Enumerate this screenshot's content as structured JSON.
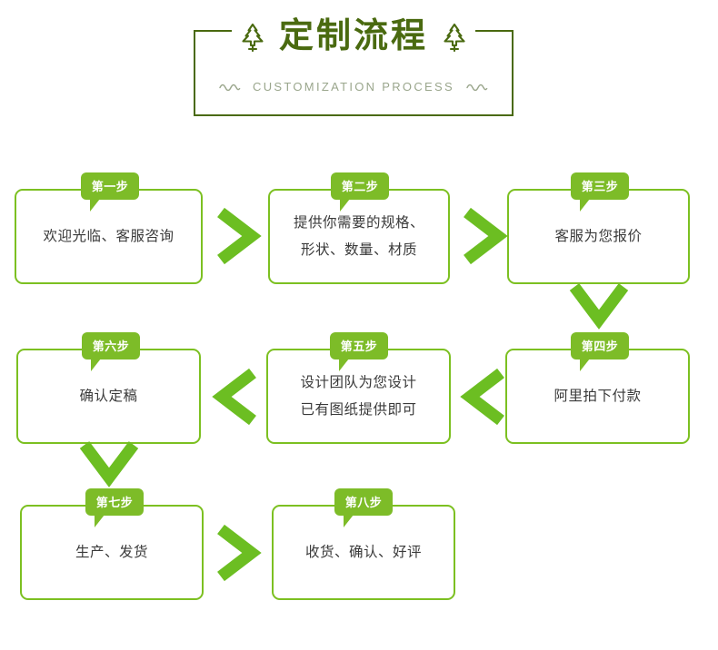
{
  "header": {
    "title": "定制流程",
    "subtitle": "CUSTOMIZATION PROCESS",
    "leaf_icon_left": "leaf-icon",
    "leaf_icon_right": "leaf-icon",
    "wave_icon_left": "wave-icon",
    "wave_icon_right": "wave-icon",
    "frame_color": "#4a6a10",
    "title_color": "#4a6a10",
    "subtitle_color": "#9aa68c"
  },
  "theme": {
    "badge_green": "#7dbc28",
    "border_green": "#7cc021",
    "arrow_green": "#6cbe22",
    "body_text": "#3a3a3a",
    "background": "#ffffff"
  },
  "steps": [
    {
      "badge": "第一步",
      "text": "欢迎光临、客服咨询"
    },
    {
      "badge": "第二步",
      "text": "提供你需要的规格、\n形状、数量、材质"
    },
    {
      "badge": "第三步",
      "text": "客服为您报价"
    },
    {
      "badge": "第四步",
      "text": "阿里拍下付款"
    },
    {
      "badge": "第五步",
      "text": "设计团队为您设计\n已有图纸提供即可"
    },
    {
      "badge": "第六步",
      "text": "确认定稿"
    },
    {
      "badge": "第七步",
      "text": "生产、发货"
    },
    {
      "badge": "第八步",
      "text": "收货、确认、好评"
    }
  ],
  "arrows": [
    {
      "name": "arrow-step1-to-step2",
      "direction": "right"
    },
    {
      "name": "arrow-step2-to-step3",
      "direction": "right"
    },
    {
      "name": "arrow-step3-to-step4",
      "direction": "down"
    },
    {
      "name": "arrow-step4-to-step5",
      "direction": "left"
    },
    {
      "name": "arrow-step5-to-step6",
      "direction": "left"
    },
    {
      "name": "arrow-step6-to-step7",
      "direction": "down"
    },
    {
      "name": "arrow-step7-to-step8",
      "direction": "right"
    }
  ]
}
